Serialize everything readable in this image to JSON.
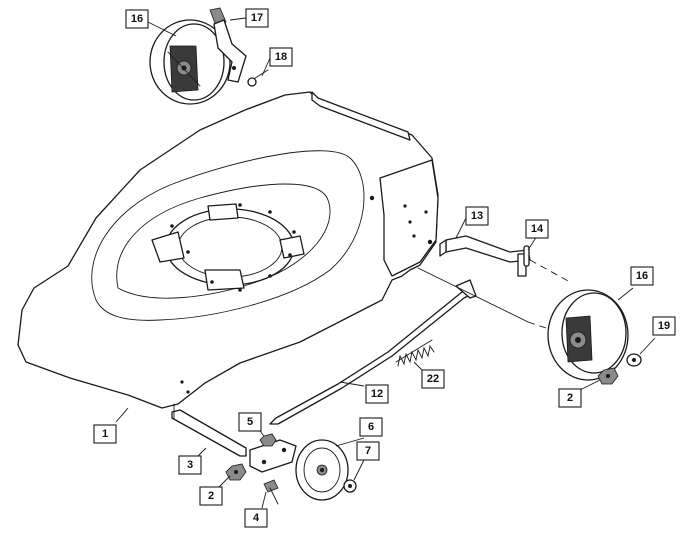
{
  "callouts": [
    {
      "id": "c16a",
      "label": "16"
    },
    {
      "id": "c17",
      "label": "17"
    },
    {
      "id": "c18",
      "label": "18"
    },
    {
      "id": "c13",
      "label": "13"
    },
    {
      "id": "c14",
      "label": "14"
    },
    {
      "id": "c16b",
      "label": "16"
    },
    {
      "id": "c19",
      "label": "19"
    },
    {
      "id": "c2a",
      "label": "2"
    },
    {
      "id": "c22",
      "label": "22"
    },
    {
      "id": "c12",
      "label": "12"
    },
    {
      "id": "c1",
      "label": "1"
    },
    {
      "id": "c5",
      "label": "5"
    },
    {
      "id": "c6",
      "label": "6"
    },
    {
      "id": "c7",
      "label": "7"
    },
    {
      "id": "c3",
      "label": "3"
    },
    {
      "id": "c2b",
      "label": "2"
    },
    {
      "id": "c4",
      "label": "4"
    }
  ]
}
